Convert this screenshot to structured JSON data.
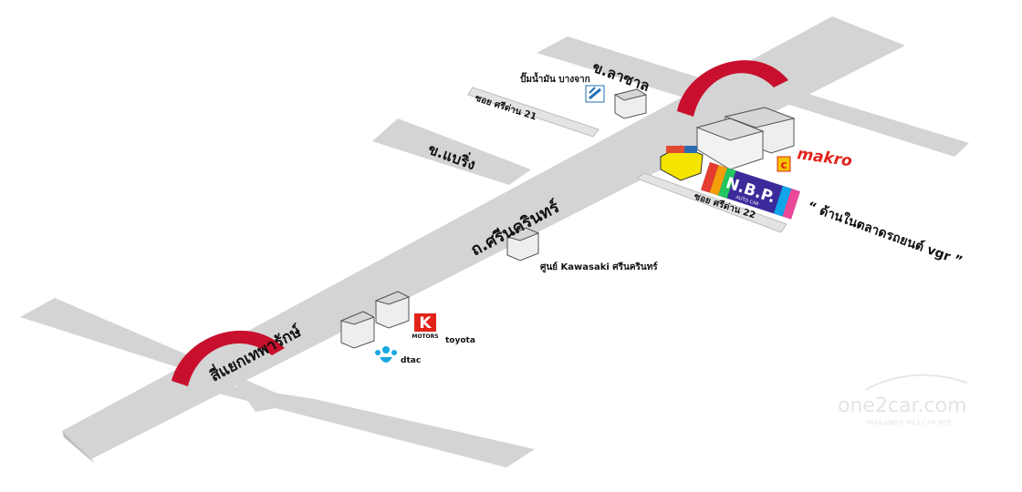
{
  "roads": {
    "main": "ถ.ศรีนครินทร์",
    "junction": "สี่แยกเทพารักษ์",
    "cross_lasalle": "ข.ลาซาล",
    "cross_baering": "ข.แบริ่ง",
    "soi_21": "ซอย ศรีด่าน 21",
    "soi_22": "ซอย ศรีด่าน 22"
  },
  "pois": {
    "bangchak": "ปั๊มน้ำมัน บางจาก",
    "kawasaki": "ศูนย์ Kawasaki ศรีนครินทร์",
    "toyota": "toyota",
    "dtac": "dtac",
    "makro": "makro",
    "kmotors_logo": "K",
    "kmotors_text": "MOTORS",
    "nbp": "N.B.P.",
    "nbp_sub": "AUTO CAR",
    "vgr_caption": "“ ด้านในตลาดรถยนต์ vgr ”"
  },
  "watermark": {
    "brand": "one2car.com",
    "tagline": "THAILAND'S No.1 CAR SITE"
  },
  "colors": {
    "road": "#d4d4d4",
    "road_edge": "#bdbdbd",
    "bridge": "#c8102e",
    "makro_red": "#e2231a",
    "building": "#eeeeee"
  },
  "icons": [
    "bangchak-icon",
    "dtac-icon",
    "kmotors-icon",
    "makro-icon",
    "bridge-icon",
    "building-icon"
  ]
}
